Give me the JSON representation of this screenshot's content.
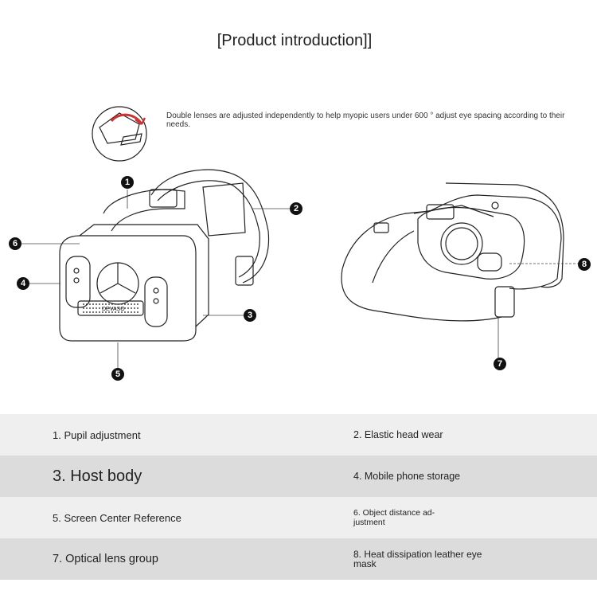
{
  "title": "[Product introduction]]",
  "note": "Double lenses are adjusted independently to help myopic users under 600 ° adjust eye spacing according to their needs.",
  "brand": "DEVASO",
  "callouts": [
    "1",
    "2",
    "3",
    "4",
    "5",
    "6",
    "7",
    "8"
  ],
  "features": [
    [
      "1. Pupil adjustment",
      "2. Elastic head wear"
    ],
    [
      "3. Host body",
      "4. Mobile phone storage"
    ],
    [
      "5. Screen Center Reference",
      "6. Object distance ad-\njustment"
    ],
    [
      "7. Optical lens group",
      "8. Heat dissipation leather eye mask"
    ]
  ]
}
